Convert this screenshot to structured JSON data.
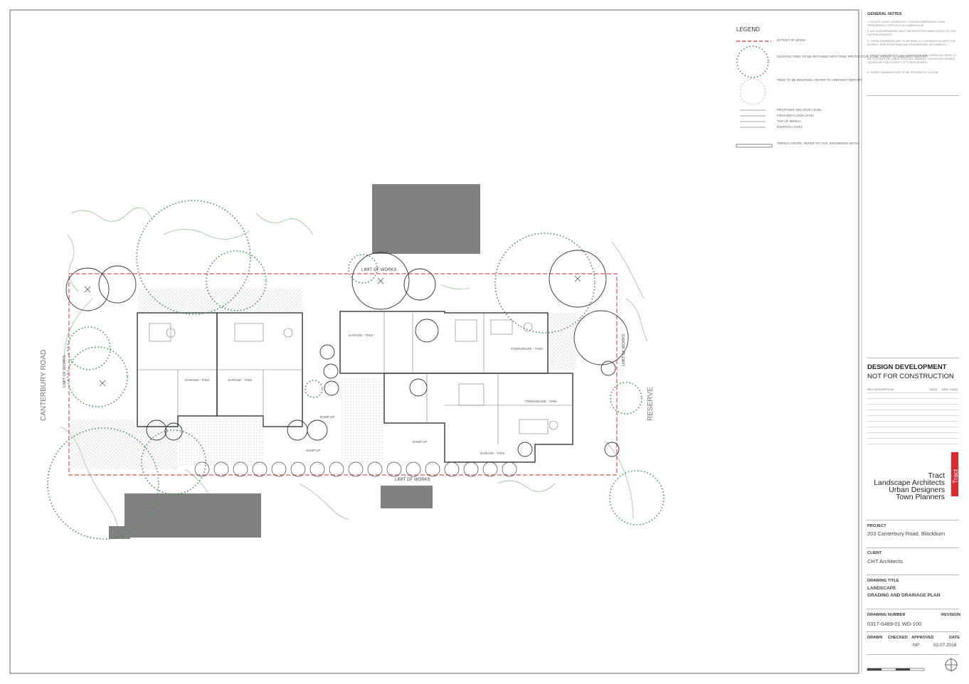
{
  "plan": {
    "road_label": "CANTERBURY ROAD",
    "reserve_label": "RESERVE",
    "limit_of_works": "LIMIT OF WORKS",
    "rooms": [
      "GARAGE - TH01",
      "GARAGE - TH02",
      "GARAGE - TH03",
      "TOWNHOUSE - TH03",
      "TOWNHOUSE - TH04",
      "GARAGE - TH04"
    ],
    "ramp_label": "RAMP UP"
  },
  "legend": {
    "title": "LEGEND",
    "items": [
      "EXTENT OF WORK",
      "EXISTING TREE TO BE RETAINED WITH TREE PROTECTION ZONE. REFER TO ARBORIST REPORT",
      "TREE TO BE REMOVED. REFER TO ARBORIST REPORT",
      "PROPOSED RELATIVE LEVEL",
      "FINISHED FLOOR LEVEL",
      "TOP OF BENCH",
      "EXISTING LEVEL",
      "TRENCH GRATE. REFER TO CIVIL ENGINEERS DETAIL"
    ]
  },
  "title_block": {
    "general_notes_title": "GENERAL NOTES",
    "general_notes": [
      "1. DO NOT SCALE DRAWINGS. FIGURED DIMENSIONS HAVE PREFERENCE OVER SCALED DIMENSIONS.",
      "2. ANY DISCREPANCIES MUST BE REPORTED IMMEDIATELY TO THE SUPERINTENDENT.",
      "3. THESE DRAWINGS ARE TO BE READ IN CONJUNCTION WITH THE DETAILS, SPECIFICATIONS AND ENGINEERING DOCUMENTS.",
      "4. LOCATE AND PROTECT ALL UNDERGROUND SERVICES PRIOR TO ANY EXCAVATION. MAKE GOOD ALL DAMAGE TO EXISTING WORKS CAUSED BY THE ACTIVITY OF THESE WORKS.",
      "5. THESE DRAWINGS ARE TO BE PRINTED IN COLOUR."
    ],
    "status_1": "DESIGN DEVELOPMENT",
    "status_2": "NOT FOR CONSTRUCTION",
    "rev_headers": [
      "REV",
      "DESCRIPTION",
      "DATE",
      "DRN",
      "CHKD"
    ],
    "company": [
      "Tract",
      "Landscape Architects",
      "Urban Designers",
      "Town Planners"
    ],
    "company_tag": "Tract",
    "project_label": "PROJECT",
    "project": "203 Canterbury Road, Blackburn",
    "client_label": "CLIENT",
    "client": "CHT Architects",
    "drawing_title_label": "DRAWING TITLE",
    "drawing_title_1": "LANDSCAPE",
    "drawing_title_2": "GRADING AND DRAINAGE PLAN",
    "drawing_number_label": "DRAWING NUMBER",
    "revision_label": "REVISION",
    "drawing_number": "0317-0489-01 WD-100",
    "drawn_label": "DRAWN",
    "checked_label": "CHECKED",
    "approved_label": "APPROVED",
    "date_label": "DATE",
    "approved": "NP",
    "date": "02.07.2018"
  },
  "colors": {
    "extent_line": "#e05050",
    "tree_retained": "#2e9a3e",
    "tree_removed": "#e8a0a0",
    "building_fill": "#808080",
    "vegetation": "#9ccf9c",
    "brand_red": "#e4262b"
  }
}
